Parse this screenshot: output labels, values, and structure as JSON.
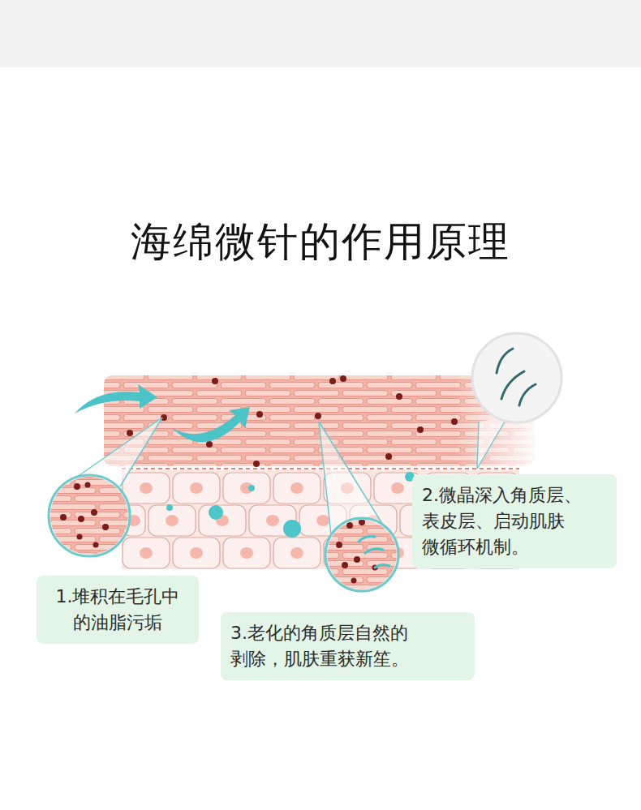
{
  "diagram": {
    "title": "海绵微针的作用原理",
    "nodes": [
      {
        "text": [
          "1.堆积在毛孔中 的油脂污垢"
        ]
      },
      {
        "text": [
          "2.微晶深入角质层、 表皮层、启动肌肤 微循环机制。"
        ]
      },
      {
        "text": [
          "3.老化的角质层自然的 剥除，肌肤重获新笙。"
        ]
      }
    ]
  }
}
